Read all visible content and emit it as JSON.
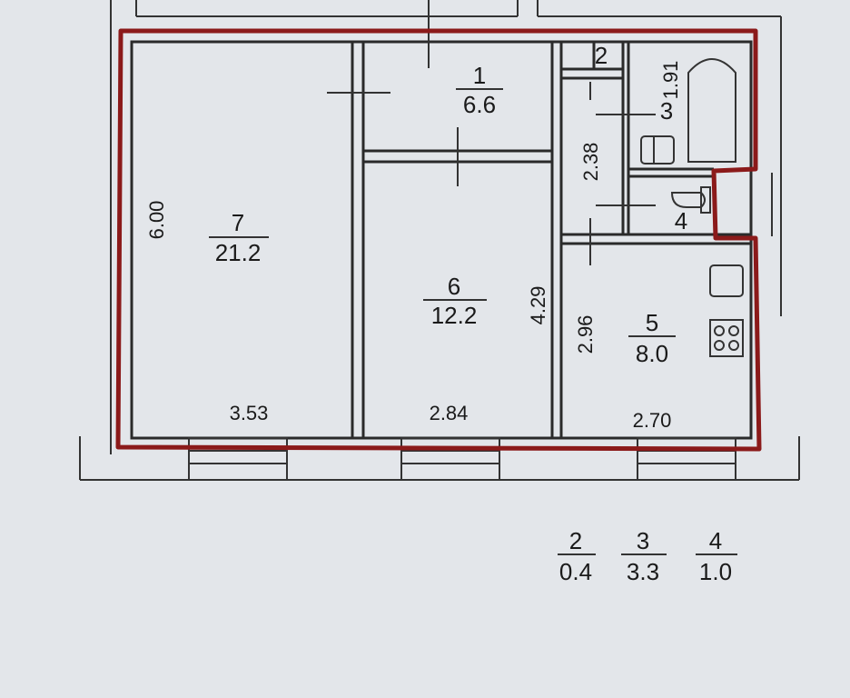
{
  "rooms": [
    {
      "id": "7",
      "number": "7",
      "area": "21.2"
    },
    {
      "id": "1",
      "number": "1",
      "area": "6.6"
    },
    {
      "id": "6",
      "number": "6",
      "area": "12.2"
    },
    {
      "id": "5",
      "number": "5",
      "area": "8.0"
    },
    {
      "id": "2",
      "number": "2"
    },
    {
      "id": "3",
      "number": "3"
    },
    {
      "id": "4",
      "number": "4"
    }
  ],
  "dimensions": {
    "room7_height": "6.00",
    "room7_width": "3.53",
    "room6_width": "2.84",
    "room6_height": "4.29",
    "room5_width": "2.70",
    "room5_height": "2.96",
    "corridor_length": "2.38",
    "bath_length": "1.91"
  },
  "legend": [
    {
      "number": "2",
      "area": "0.4"
    },
    {
      "number": "3",
      "area": "3.3"
    },
    {
      "number": "4",
      "area": "1.0"
    }
  ],
  "colors": {
    "outline": "#8b1a1a",
    "background": "#e3e6ea",
    "walls": "#2a2a2a"
  }
}
